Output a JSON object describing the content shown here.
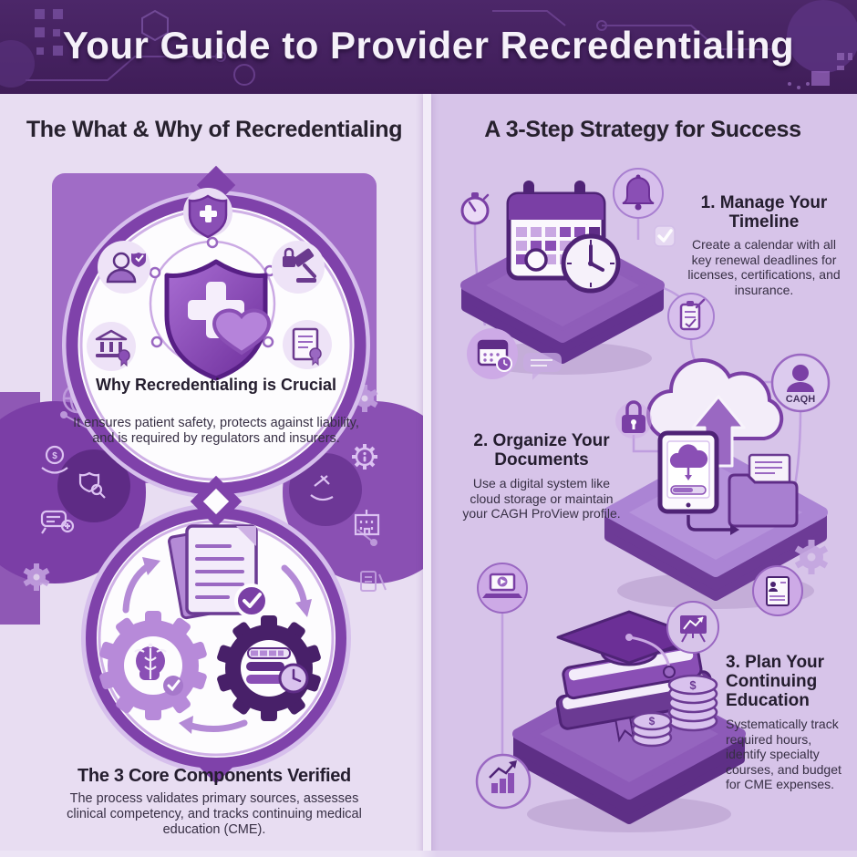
{
  "header": {
    "title": "Your Guide to Provider Recredentialing"
  },
  "left_panel": {
    "title": "The What & Why of Recredentialing",
    "why_card": {
      "heading": "Why Recredentialing is Crucial",
      "body": "It ensures patient safety, protects against liability, and is required by regulators and insurers."
    },
    "components_card": {
      "heading": "The 3 Core Components Verified",
      "body": "The process validates primary sources, assesses clinical competency, and tracks continuing medical education (CME)."
    }
  },
  "right_panel": {
    "title": "A 3-Step Strategy for Success",
    "steps": [
      {
        "heading": "1. Manage Your Timeline",
        "body": "Create a calendar with all key renewal deadlines for licenses, certifications, and insurance."
      },
      {
        "heading": "2. Organize Your Documents",
        "body": "Use a digital system like cloud storage or maintain your CAGH ProView profile."
      },
      {
        "heading": "3. Plan Your Continuing Education",
        "body": "Systematically track required hours, identify specialty courses, and budget for CME expenses."
      }
    ],
    "caqh_badge": "CAQH"
  },
  "symbols": {
    "dollar": "$"
  },
  "colors": {
    "header_bg": "#46215f",
    "left_panel_bg": "#e8ddf2",
    "right_panel_bg": "#d7c4e9",
    "accent_purple": "#7a3fa5",
    "deep_purple": "#4f2376",
    "mid_purple": "#8a4fb5",
    "light_purple": "#c9a7e2",
    "white": "#fdfcfe",
    "heading_text": "#241d2e",
    "body_text": "#372f44"
  },
  "icons": {
    "left": [
      "shield-cross-icon",
      "heart-icon",
      "doctor-icon",
      "gavel-lock-icon",
      "bank-icon",
      "certificate-icon",
      "documents-check-icon",
      "brain-caduceus-gear-icon",
      "progress-clock-gear-icon",
      "cycle-arrows-icon",
      "globe-icon",
      "hands-dollar-icon",
      "shield-magnifier-icon",
      "medical-chat-icon",
      "gear-icon",
      "info-gear-icon",
      "hand-tools-icon",
      "hospital-icon",
      "document-pen-icon"
    ],
    "right": [
      "stopwatch-icon",
      "calendar-clock-icon",
      "bell-icon",
      "checkbox-icon",
      "clipboard-icon",
      "mini-calendar-icon",
      "speech-bubble-icon",
      "lock-icon",
      "cloud-upload-icon",
      "tablet-icon",
      "folder-icon",
      "caqh-person-icon",
      "resume-icon",
      "gear-icon",
      "laptop-video-icon",
      "presentation-chart-icon",
      "graduation-books-icon",
      "coins-icon",
      "bar-chart-icon"
    ]
  }
}
